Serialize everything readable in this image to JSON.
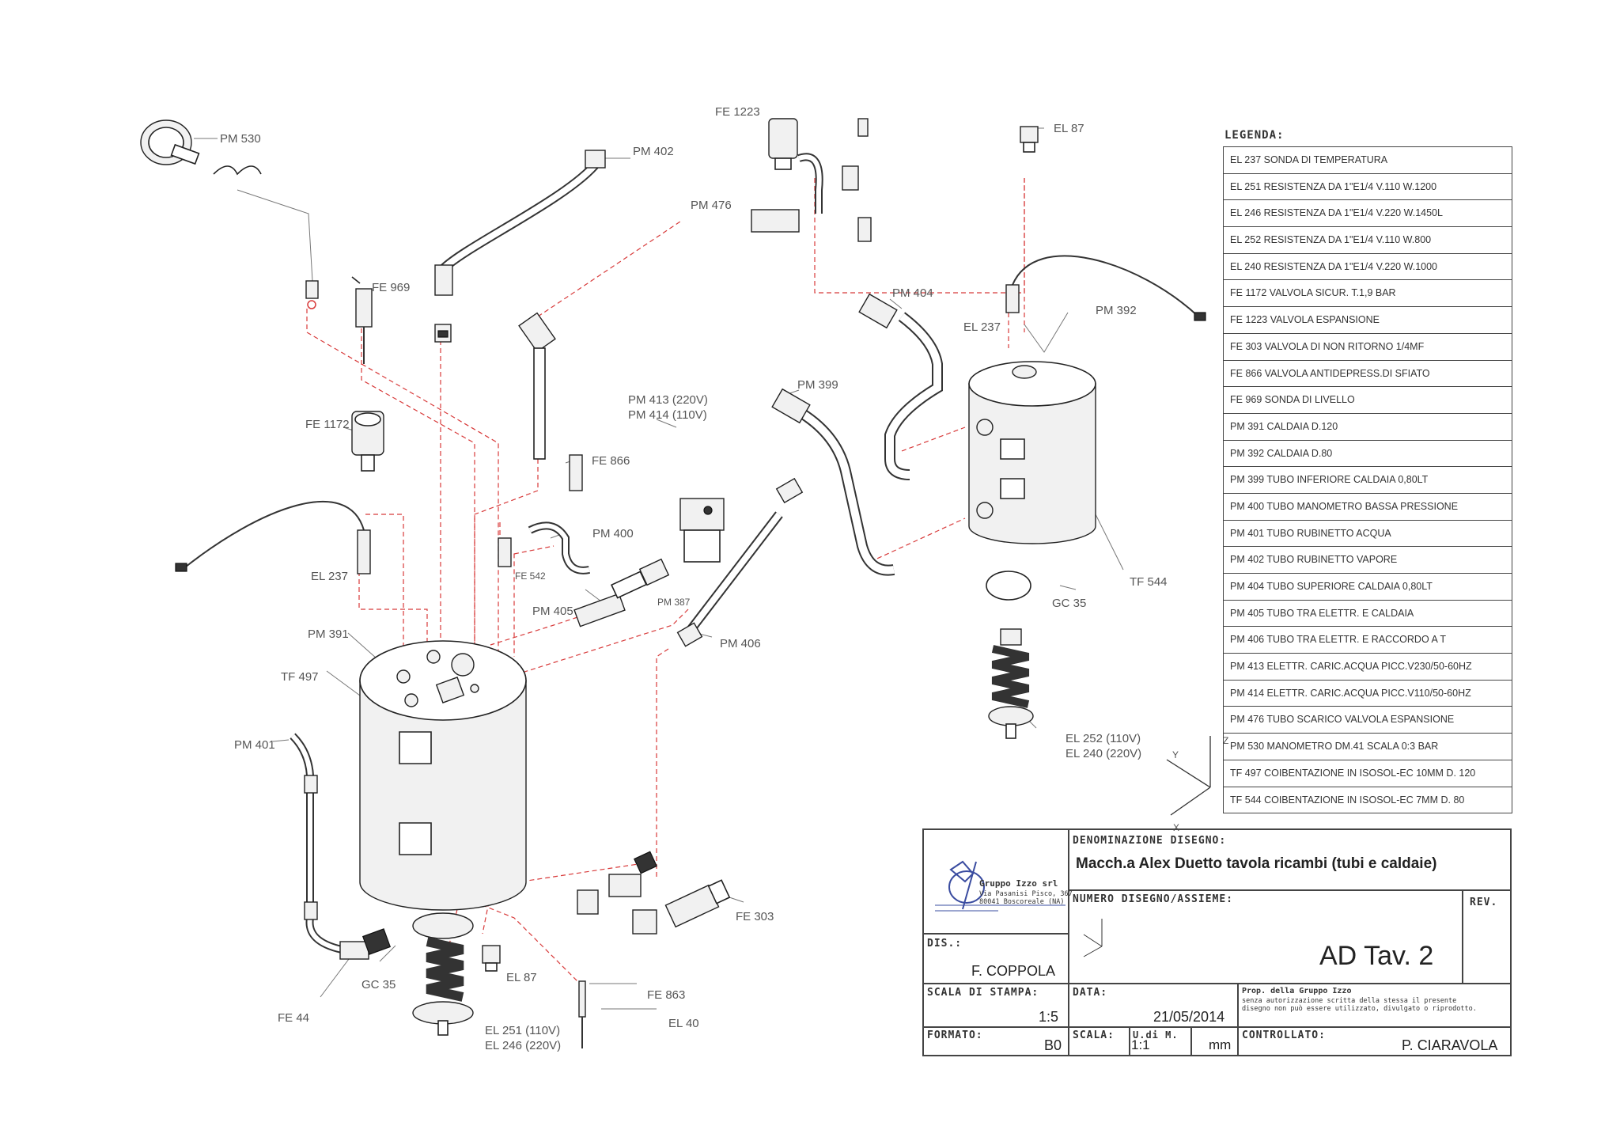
{
  "parts": {
    "pm530": "PM 530",
    "pm402": "PM 402",
    "fe1223": "FE 1223",
    "pm476": "PM 476",
    "el87_top": "EL 87",
    "fe969": "FE 969",
    "pm404": "PM 404",
    "el237_top": "EL 237",
    "pm392": "PM 392",
    "pm413": "PM 413 (220V)",
    "pm414": "PM 414 (110V)",
    "pm399": "PM 399",
    "fe1172": "FE 1172",
    "fe866": "FE 866",
    "pm400": "PM 400",
    "fe542": "FE 542",
    "el237_left": "EL 237",
    "pm387": "PM 387",
    "pm405": "PM 405",
    "tf544": "TF 544",
    "gc35_right": "GC 35",
    "pm391": "PM 391",
    "pm406": "PM 406",
    "tf497": "TF 497",
    "el252": "EL 252 (110V)",
    "el240": "EL 240 (220V)",
    "pm401": "PM 401",
    "fe303": "FE 303",
    "gc35_left": "GC 35",
    "el87_bottom": "EL 87",
    "fe863": "FE 863",
    "fe44": "FE 44",
    "el40": "EL 40",
    "el251": "EL 251 (110V)",
    "el246": "EL 246 (220V)"
  },
  "axes": {
    "x": "X",
    "y": "Y",
    "z": "Z"
  },
  "legend": {
    "title": "LEGENDA:",
    "items": [
      "EL 237 SONDA DI TEMPERATURA",
      "EL 251 RESISTENZA DA 1\"E1/4 V.110 W.1200",
      "EL 246 RESISTENZA DA 1\"E1/4 V.220 W.1450L",
      "EL 252 RESISTENZA DA 1\"E1/4 V.110 W.800",
      "EL 240 RESISTENZA DA 1\"E1/4 V.220 W.1000",
      "FE 1172 VALVOLA SICUR. T.1,9 BAR",
      "FE 1223 VALVOLA ESPANSIONE",
      "FE 303 VALVOLA DI NON RITORNO 1/4MF",
      "FE 866 VALVOLA ANTIDEPRESS.DI SFIATO",
      "FE 969 SONDA DI LIVELLO",
      "PM 391 CALDAIA D.120",
      "PM 392 CALDAIA D.80",
      "PM 399 TUBO INFERIORE CALDAIA 0,80LT",
      "PM 400 TUBO MANOMETRO BASSA PRESSIONE",
      "PM 401 TUBO RUBINETTO ACQUA",
      "PM 402 TUBO RUBINETTO VAPORE",
      "PM 404 TUBO SUPERIORE CALDAIA 0,80LT",
      "PM 405 TUBO TRA ELETTR. E CALDAIA",
      "PM 406 TUBO TRA ELETTR. E RACCORDO A T",
      "PM 413 ELETTR. CARIC.ACQUA PICC.V230/50-60HZ",
      "PM 414 ELETTR. CARIC.ACQUA PICC.V110/50-60HZ",
      "PM 476 TUBO SCARICO VALVOLA ESPANSIONE",
      "PM 530 MANOMETRO DM.41 SCALA 0:3 BAR",
      "TF 497 COIBENTAZIONE IN ISOSOL-EC 10MM D. 120",
      "TF 544 COIBENTAZIONE IN ISOSOL-EC 7MM D. 80"
    ]
  },
  "titleblock": {
    "denominazione_label": "DENOMINAZIONE DISEGNO:",
    "denominazione": "Macch.a Alex Duetto tavola ricambi (tubi e caldaie)",
    "numero_label": "NUMERO DISEGNO/ASSIEME:",
    "rev_label": "REV.",
    "company": "Gruppo Izzo srl",
    "address1": "Via Pasanisi Pisco, 367",
    "address2": "80041 Boscoreale (NA)",
    "dis_label": "DIS.:",
    "dis": "F. COPPOLA",
    "drawing_no": "AD Tav. 2",
    "scala_stampa_label": "SCALA DI STAMPA:",
    "scala_stampa": "1:5",
    "data_label": "DATA:",
    "data": "21/05/2014",
    "prop_line1": "Prop. della  Gruppo Izzo",
    "prop_line2": "senza autorizzazione scritta della stessa il presente",
    "prop_line3": "disegno non può essere utilizzato, divulgato o riprodotto.",
    "formato_label": "FORMATO:",
    "formato": "B0",
    "scala_label": "SCALA:",
    "scala": "1:1",
    "um_label": "U.di M.",
    "um": "mm",
    "controllato_label": "CONTROLLATO:",
    "controllato": "P. CIARAVOLA"
  }
}
